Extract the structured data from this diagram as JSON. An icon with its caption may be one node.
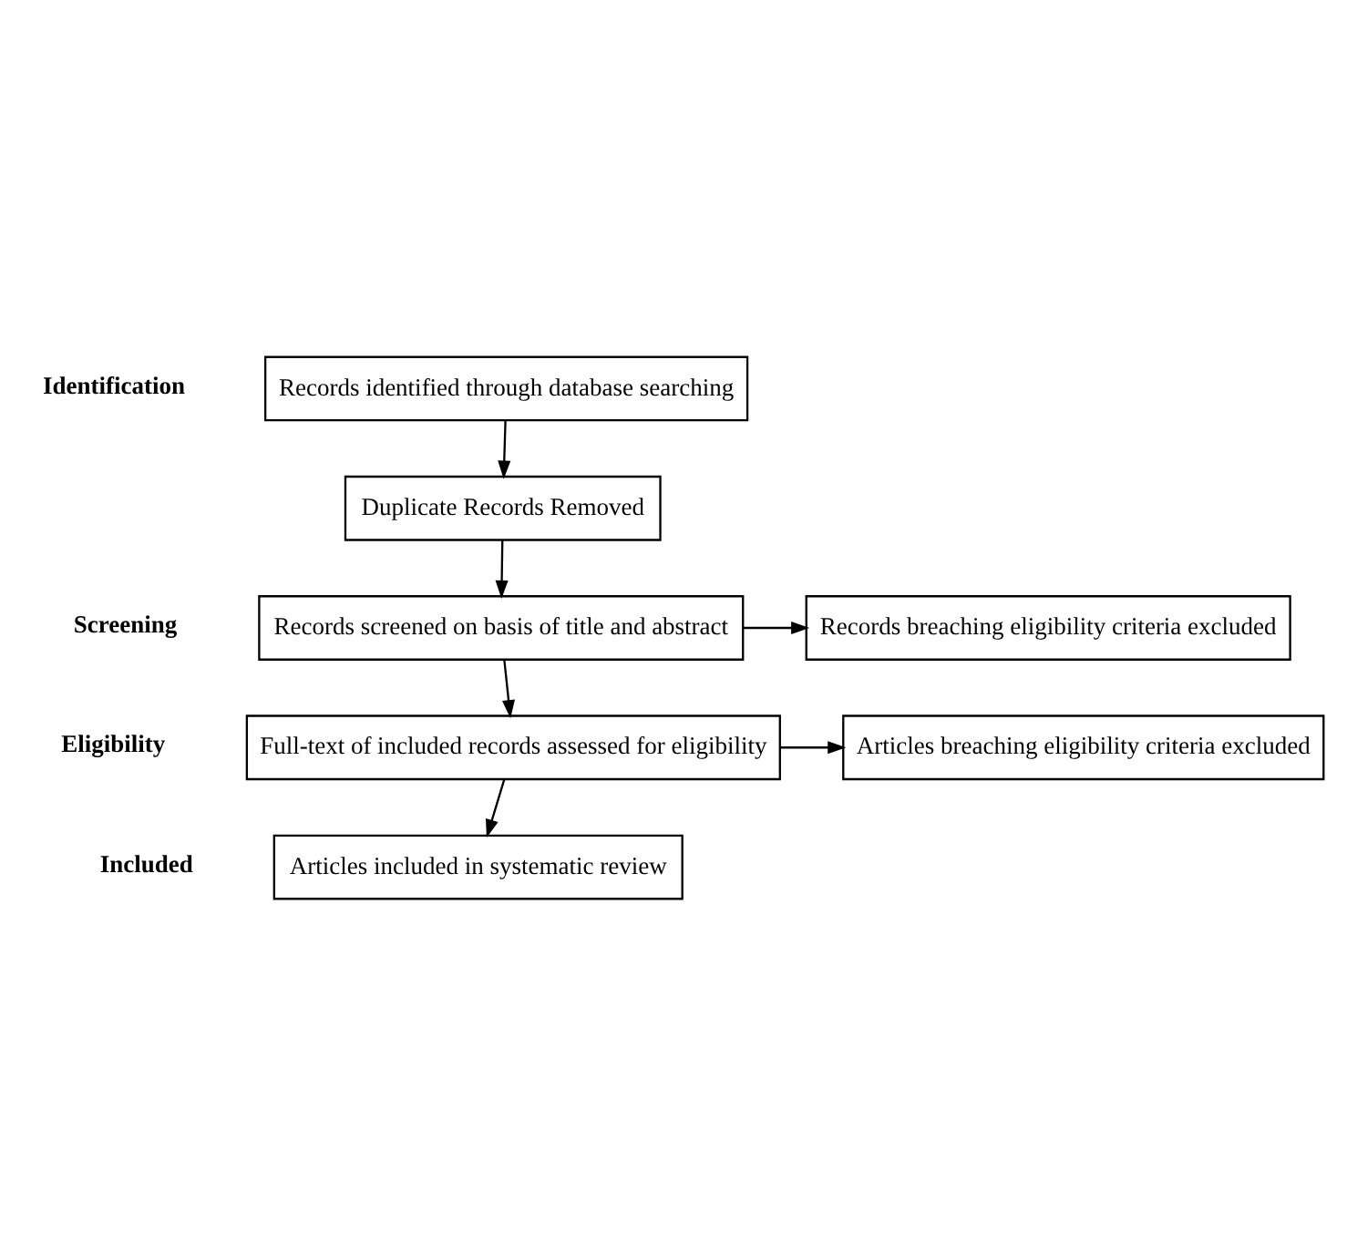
{
  "diagram": {
    "nodes": [
      {
        "text": [
          "Records identified through database searching"
        ]
      },
      {
        "text": [
          "Duplicate Records Removed"
        ]
      },
      {
        "text": [
          "Records screened on basis of title and abstract"
        ]
      },
      {
        "text": [
          "Records breaching eligibility criteria excluded"
        ]
      },
      {
        "text": [
          "Full-text of included records assessed for eligibility"
        ]
      },
      {
        "text": [
          "Articles breaching eligibility criteria excluded"
        ]
      },
      {
        "text": [
          "Articles included in systematic review"
        ]
      }
    ],
    "edges": [
      {
        "from": 0,
        "to": 1,
        "arrow": "to"
      },
      {
        "from": 1,
        "to": 2,
        "arrow": "to"
      },
      {
        "from": 2,
        "to": 3,
        "arrow": "to"
      },
      {
        "from": 2,
        "to": 4,
        "arrow": "to"
      },
      {
        "from": 4,
        "to": 5,
        "arrow": "to"
      },
      {
        "from": 4,
        "to": 6,
        "arrow": "to"
      }
    ],
    "labels": [
      "Identification",
      "Screening",
      "Eligibility",
      "Included"
    ]
  }
}
